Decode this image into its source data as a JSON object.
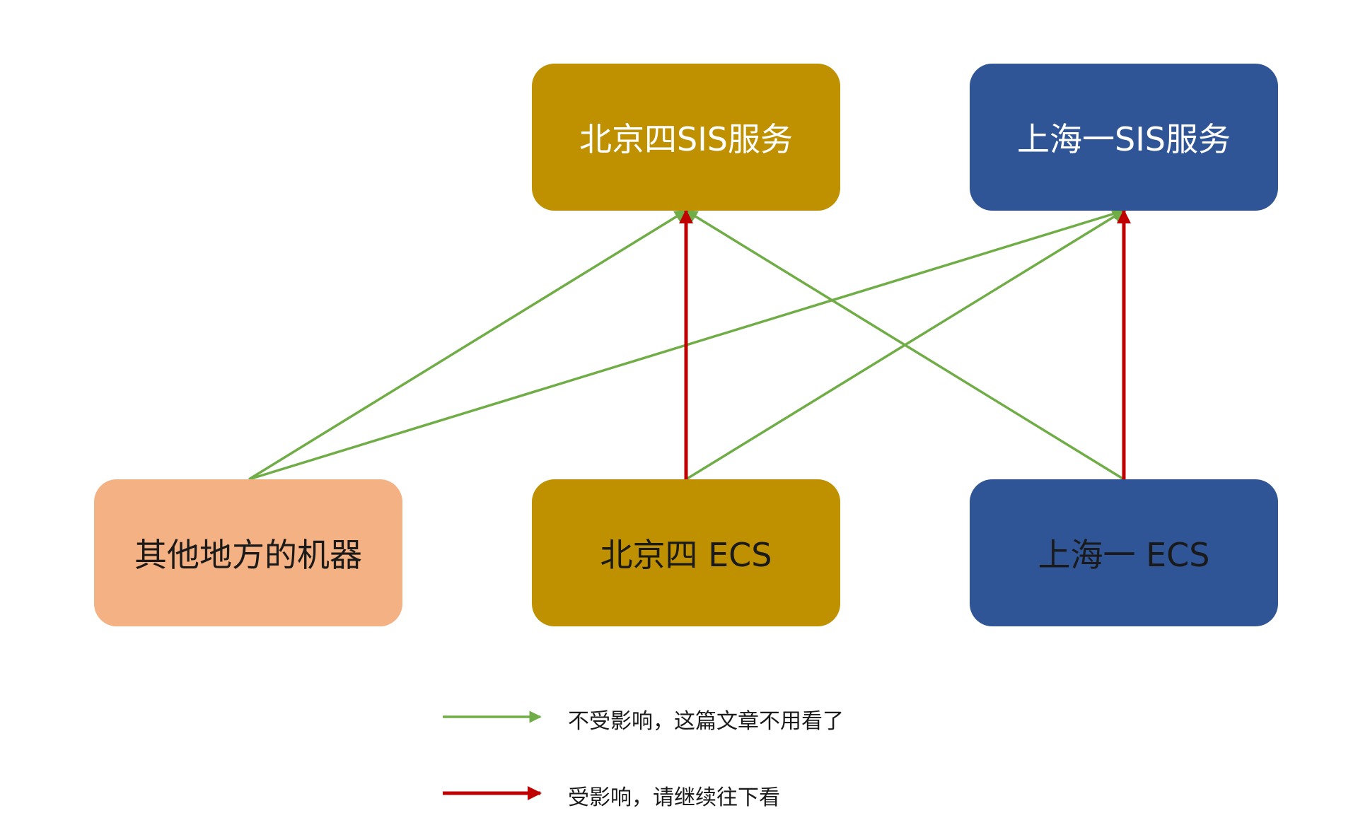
{
  "nodes": {
    "bj_sis": {
      "label": "北京四SIS服务",
      "fill": "#BF9000",
      "text_color": "#ffffff"
    },
    "sh_sis": {
      "label": "上海一SIS服务",
      "fill": "#2F5597",
      "text_color": "#ffffff"
    },
    "other": {
      "label": "其他地方的机器",
      "fill": "#F4B183",
      "text_color": "#1a1a1a"
    },
    "bj_ecs": {
      "label": "北京四 ECS",
      "fill": "#BF9000",
      "text_color": "#1a1a1a"
    },
    "sh_ecs": {
      "label": "上海一 ECS",
      "fill": "#2F5597",
      "text_color": "#1a1a1a"
    }
  },
  "edges": [
    {
      "from": "other",
      "to": "bj_sis",
      "kind": "unaffected"
    },
    {
      "from": "other",
      "to": "sh_sis",
      "kind": "unaffected"
    },
    {
      "from": "bj_ecs",
      "to": "sh_sis",
      "kind": "unaffected"
    },
    {
      "from": "sh_ecs",
      "to": "bj_sis",
      "kind": "unaffected"
    },
    {
      "from": "bj_ecs",
      "to": "bj_sis",
      "kind": "affected"
    },
    {
      "from": "sh_ecs",
      "to": "sh_sis",
      "kind": "affected"
    }
  ],
  "legend": {
    "unaffected": {
      "label": "不受影响，这篇文章不用看了",
      "color": "#70AD47"
    },
    "affected": {
      "label": "受影响，请继续往下看",
      "color": "#C00000"
    }
  }
}
